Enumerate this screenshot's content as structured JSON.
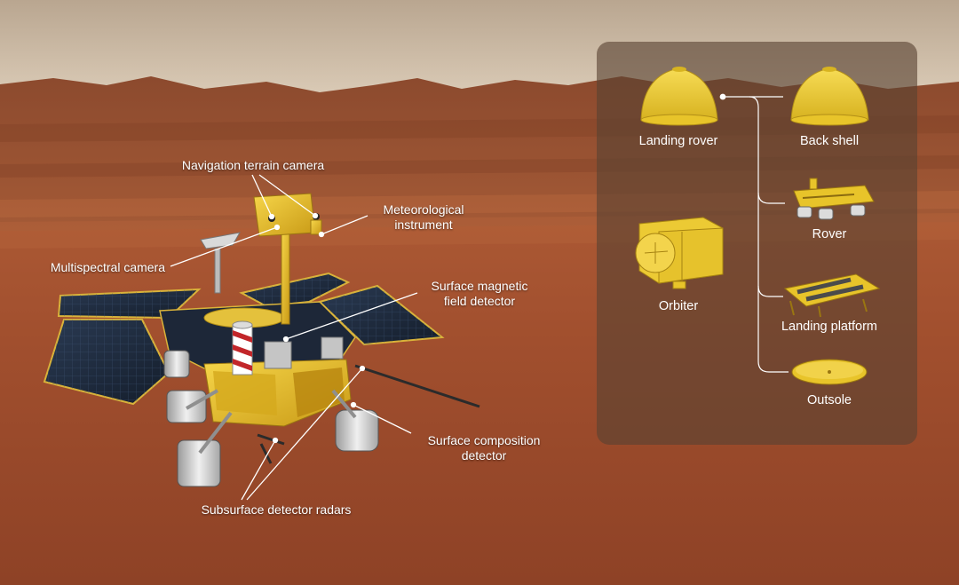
{
  "callouts": {
    "nav_camera": "Navigation terrain camera",
    "meteorological": [
      "Meteorological",
      "instrument"
    ],
    "multispectral": "Multispectral camera",
    "magnetic": [
      "Surface magnetic",
      "field detector"
    ],
    "composition": [
      "Surface composition",
      "detector"
    ],
    "radars": "Subsurface detector radars"
  },
  "components": {
    "landing_rover": "Landing rover",
    "back_shell": "Back shell",
    "rover": "Rover",
    "orbiter": "Orbiter",
    "landing_platform": "Landing platform",
    "outsole": "Outsole"
  },
  "colors": {
    "gold": "#e8c42a",
    "panel": "#584232",
    "sky": "#c9b9a6",
    "ground": "#a8522f",
    "solar_panel": "#1d2a3c"
  }
}
